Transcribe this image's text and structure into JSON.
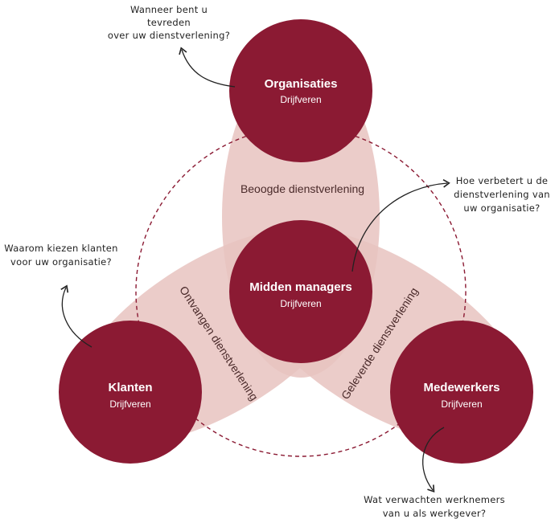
{
  "colors": {
    "circle": "#8b1a33",
    "band": "#e8c3c0",
    "dashed": "#8b1a33",
    "arrow": "#222222"
  },
  "nodes": {
    "organisaties": {
      "title": "Organisaties",
      "subtitle": "Drijfveren"
    },
    "midden": {
      "title": "Midden managers",
      "subtitle": "Drijfveren"
    },
    "klanten": {
      "title": "Klanten",
      "subtitle": "Drijfveren"
    },
    "medewerkers": {
      "title": "Medewerkers",
      "subtitle": "Drijfveren"
    }
  },
  "bands": {
    "beoogd": "Beoogde dienstverlening",
    "ontvangen": "Ontvangen dienstverlening",
    "geleverd": "Geleverde dienstverlening"
  },
  "notes": {
    "organisaties": [
      "Wanneer bent u",
      "tevreden",
      "over uw dienstverlening?"
    ],
    "midden": [
      "Hoe verbetert u de",
      "dienstverlening van",
      "uw organisatie?"
    ],
    "klanten": [
      "Waarom kiezen klanten",
      "voor uw organisatie?"
    ],
    "medewerkers": [
      "Wat verwachten werknemers",
      "van u als werkgever?"
    ]
  }
}
